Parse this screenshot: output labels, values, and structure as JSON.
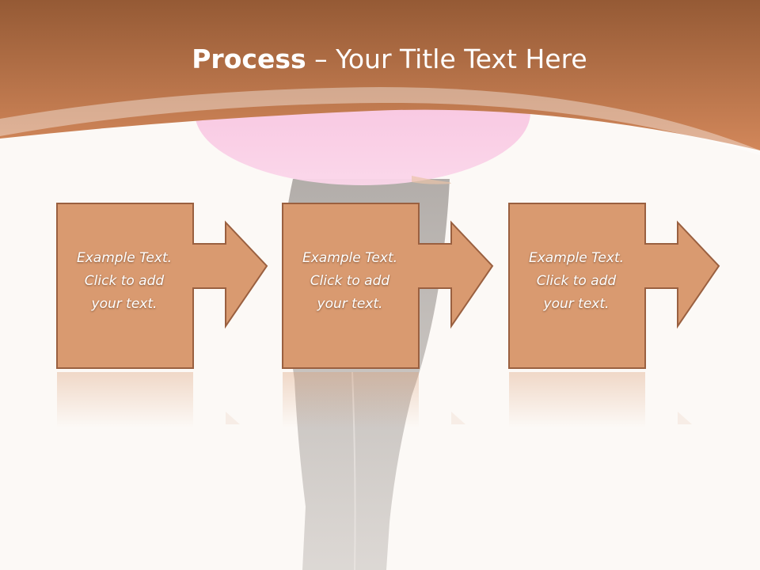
{
  "slide": {
    "title_bold": "Process",
    "title_rest": " – Your Title Text Here"
  },
  "colors": {
    "header_dark": "#955a35",
    "header_light": "#d2875a",
    "box_fill": "#d99a70",
    "box_stroke": "#9a6040",
    "accent_pink": "#f8c8e2",
    "background": "#fcf9f6"
  },
  "steps": [
    {
      "line1": "Example Text.",
      "line2": "Click  to add",
      "line3": "your text."
    },
    {
      "line1": "Example Text.",
      "line2": "Click  to add",
      "line3": "your text."
    },
    {
      "line1": "Example Text.",
      "line2": "Click  to add",
      "line3": "your text."
    }
  ]
}
